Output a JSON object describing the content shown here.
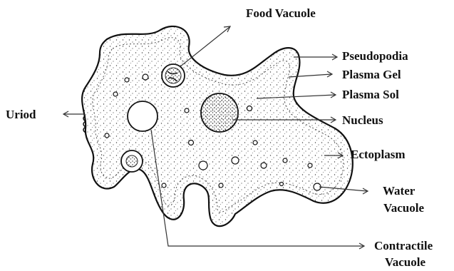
{
  "diagram": {
    "labels": {
      "food_vacuole": "Food Vacuole",
      "pseudopodia": "Pseudopodia",
      "plasma_gel": "Plasma Gel",
      "plasma_sol": "Plasma Sol",
      "nucleus": "Nucleus",
      "ectoplasm": "Ectoplasm",
      "water_vacuole_line1": "Water",
      "water_vacuole_line2": "Vacuole",
      "contractile_vacuole_line1": "Contractile",
      "contractile_vacuole_line2": "Vacuole",
      "uriod": "Uriod"
    },
    "colors": {
      "ink": "#111111",
      "line": "#333333",
      "background": "#ffffff"
    }
  }
}
